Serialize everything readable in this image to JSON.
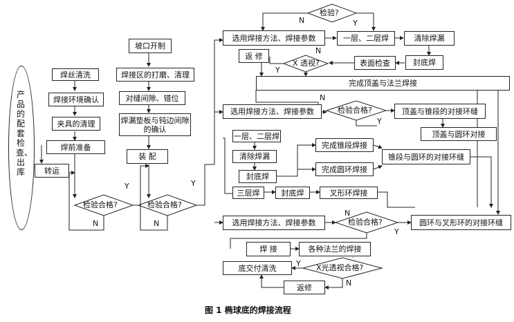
{
  "side_oval_text": "产品的配套检查、出库",
  "caption": "图 1    椭球底的焊接流程",
  "col1": {
    "wire_clean": "焊丝清洗",
    "env_confirm": "焊接环境确认",
    "fixture_clean": "夹具的清理",
    "pre_weld_prep": "焊前准备",
    "transfer": "转运",
    "inspect_ok": "检验合格?"
  },
  "col2": {
    "groove": "坡口开制",
    "grind_clean": "焊接区的打磨、清理",
    "gap_check": "对缝间隙、错位",
    "backing_confirm": "焊漏垫板与钝边间隙的确认",
    "assemble": "装 配",
    "inspect_ok": "检验合格?"
  },
  "col3": {
    "inspect_top": "检验?",
    "select_params_1": "选用焊接方法、焊接参数",
    "layer12_a": "一层、二层焊",
    "clear_leak_a": "清除焊漏",
    "repair_1": "返 修",
    "xray_1": "X 透视?",
    "surface_check": "表面检查",
    "back_weld_a": "封底焊",
    "top_flange": "完成顶盖与法兰焊接",
    "select_params_2": "选用焊接方法、焊接参数",
    "inspect_ok_2": "检验合格?",
    "top_cone_butt": "顶盖与锥段的对接环缝",
    "top_ring_butt": "顶盖与圆环对接",
    "layer12_b": "一层、二层焊",
    "clear_leak_b": "清除焊漏",
    "back_weld_b": "封底焊",
    "cone_done": "完成锥段焊接",
    "ring_done": "完成圆环焊接",
    "cone_ring_butt": "锥段与圆环的对接环缝",
    "layer3": "三层焊",
    "back_weld_c": "封底焊",
    "y_ring": "叉形环焊接",
    "select_params_3": "选用焊接方法、焊接参数",
    "inspect_ok_3": "检验合格?",
    "ring_yring_butt": "圆环与叉形环的对接环缝",
    "weld": "焊 接",
    "flanges": "各种法兰的焊接",
    "bottom_clean": "底交付清洗",
    "xray_ok": "X光透视合格?",
    "repair_2": "返修"
  },
  "yn": {
    "y": "Y",
    "n": "N"
  }
}
